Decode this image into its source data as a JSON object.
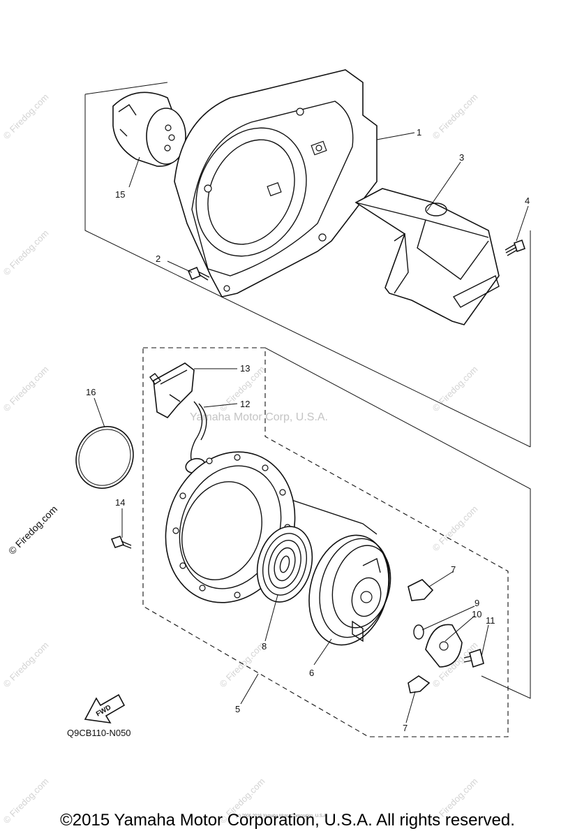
{
  "callouts": {
    "c1": "1",
    "c2": "2",
    "c3": "3",
    "c4": "4",
    "c5": "5",
    "c6": "6",
    "c7a": "7",
    "c7b": "7",
    "c8": "8",
    "c9": "9",
    "c10": "10",
    "c11": "11",
    "c12": "12",
    "c13": "13",
    "c14": "14",
    "c15": "15",
    "c16": "16"
  },
  "diagram_code": "Q9CB110-N050",
  "fwd_label": "FWD",
  "watermarks": {
    "site": "© Firedog.com",
    "center": "Yamaha Motor Corp, U.S.A.",
    "tiny": "(c) 2006 2016 Yamaha Motor Corporation, U.S.A."
  },
  "footer": {
    "copyright": "©2015 Yamaha Motor Corporation, U.S.A. All rights reserved."
  }
}
